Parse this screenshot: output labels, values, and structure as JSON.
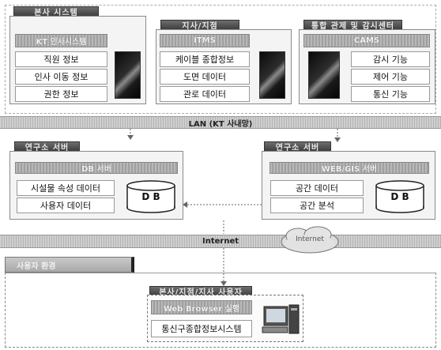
{
  "top": {
    "hq": {
      "tag": "본사 시스템",
      "header": "KT 인사시스템",
      "rows": [
        "직원 정보",
        "인사 이동 정보",
        "권한 정보"
      ]
    },
    "branch": {
      "tag": "지사/지점",
      "header": "ITMS",
      "rows": [
        "케이블 종합정보",
        "도면 데이터",
        "관로 데이터"
      ]
    },
    "control": {
      "tag": "통합 관제 및 감시센터",
      "header": "CAMS",
      "rows": [
        "감시 기능",
        "제어 기능",
        "통신 기능"
      ]
    }
  },
  "lan_label": "LAN (KT 사내망)",
  "mid": {
    "db_server": {
      "tag": "연구소 서버",
      "header": "DB 서버",
      "rows": [
        "시설물 속성 데이터",
        "사용자 데이터"
      ],
      "db": "D B"
    },
    "web_server": {
      "tag": "연구소 서버",
      "header": "WEB/GIS 서버",
      "rows": [
        "공간 데이터",
        "공간 분석"
      ],
      "db": "D B"
    }
  },
  "internet_label": "Internet",
  "cloud_label": "Internet",
  "bottom": {
    "tab": "사용자 환경",
    "group_tag": "본사/지점/지사 사용자",
    "header": "Web Browser 실행",
    "row": "통신구종합정보시스템"
  }
}
